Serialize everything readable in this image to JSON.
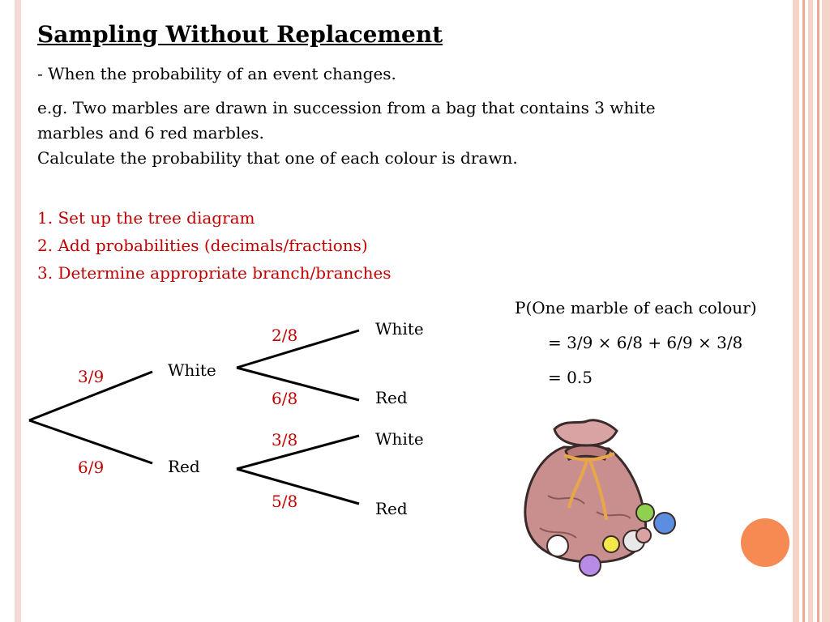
{
  "slide": {
    "title": "Sampling Without Replacement",
    "subtitle": "- When the probability of an event changes.",
    "example": [
      "e.g.   Two marbles are drawn in succession from a bag that contains 3 white",
      "marbles and 6 red marbles.",
      "Calculate the probability that one of each colour is drawn."
    ],
    "steps": [
      "1. Set up the tree diagram",
      "2. Add probabilities (decimals/fractions)",
      "3. Determine appropriate branch/branches"
    ]
  },
  "tree": {
    "first": {
      "white_prob": "3/9",
      "white_label": "White",
      "red_prob": "6/9",
      "red_label": "Red"
    },
    "after_white": {
      "white_prob": "2/8",
      "white_label": "White",
      "red_prob": "6/8",
      "red_label": "Red"
    },
    "after_red": {
      "white_prob": "3/8",
      "white_label": "White",
      "red_prob": "5/8",
      "red_label": "Red"
    }
  },
  "solution": {
    "heading": "P(One marble of each colour)",
    "line1": "= 3/9 × 6/8 + 6/9 × 3/8",
    "line2": "= 0.5"
  },
  "colors": {
    "accent_red": "#c00000",
    "decor_orange": "#f58a52",
    "bag": "#c98f8f"
  }
}
